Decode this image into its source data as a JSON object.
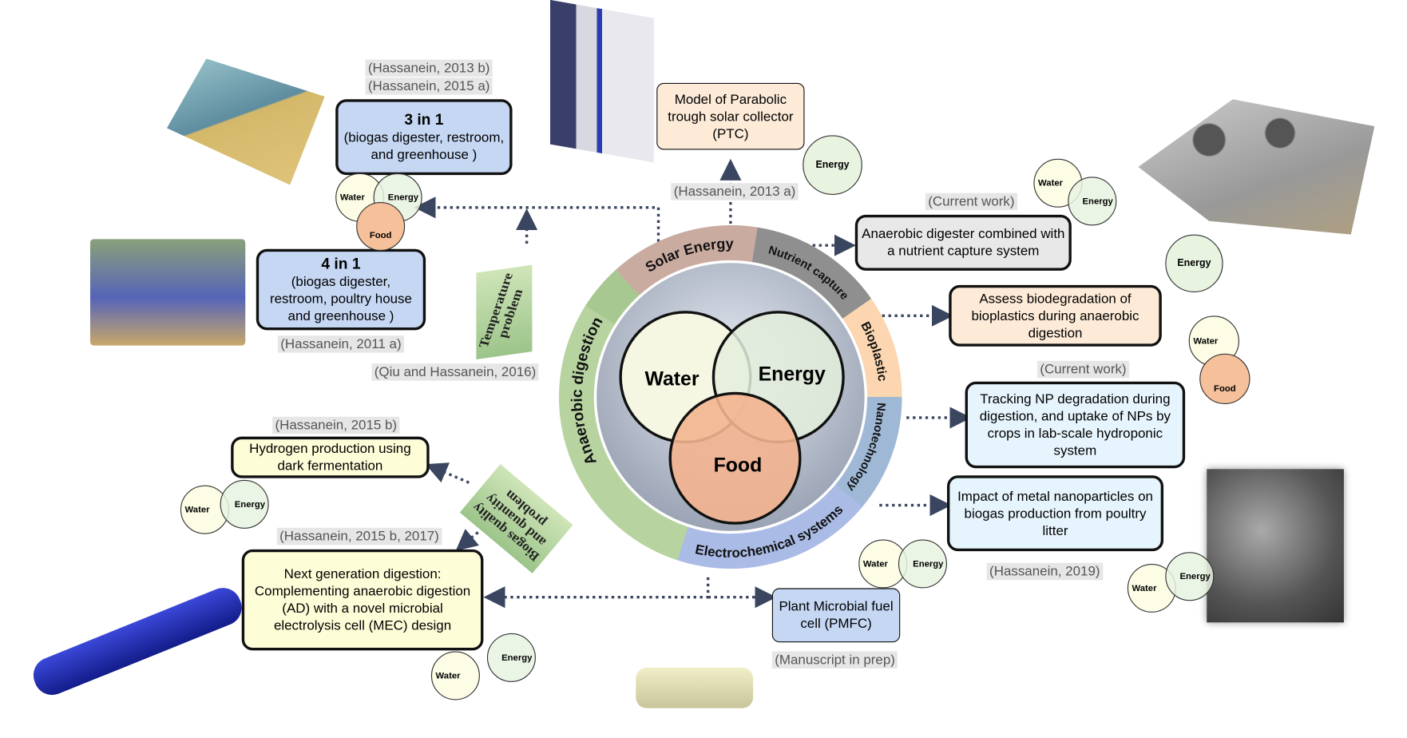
{
  "center": {
    "venn": {
      "water": "Water",
      "energy": "Energy",
      "food": "Food"
    },
    "ring_segments": [
      "Solar Energy",
      "Nutrient capture",
      "Bioplastic",
      "Nanotechnology",
      "Electrochemical systems",
      "Anaerobic digestion"
    ]
  },
  "problems": {
    "temperature": "Temperature problem",
    "biogas": "Biogas quality and quantity problem"
  },
  "boxes": {
    "three_in_one": {
      "title": "3 in 1",
      "text": "(biogas digester, restroom, and greenhouse )",
      "refs": [
        "(Hassanein, 2013 b)",
        "(Hassanein, 2015 a)"
      ]
    },
    "four_in_one": {
      "title": "4 in 1",
      "text": "(biogas digester, restroom, poultry house and greenhouse )",
      "ref": "(Hassanein, 2011 a)"
    },
    "ptc": {
      "text": "Model of Parabolic trough solar collector (PTC)",
      "ref": "(Hassanein, 2013 a)"
    },
    "temperature_ref": "(Qiu and Hassanein, 2016)",
    "nutrient": {
      "text": "Anaerobic digester combined with a nutrient capture system",
      "ref": "(Current work)"
    },
    "bioplastic": {
      "text": "Assess biodegradation of bioplastics during  anaerobic digestion"
    },
    "np_tracking": {
      "text": "Tracking NP degradation during digestion, and uptake of NPs by crops in lab-scale hydroponic system",
      "ref": "(Current work)"
    },
    "metal_np": {
      "text": "Impact of metal nanoparticles on biogas production from poultry litter",
      "ref": "(Hassanein, 2019)"
    },
    "pmfc": {
      "text": "Plant Microbial fuel cell (PMFC)",
      "ref": "(Manuscript in prep)"
    },
    "hydrogen": {
      "text": "Hydrogen production using dark fermentation",
      "ref": "(Hassanein, 2015 b)"
    },
    "mec": {
      "text": "Next generation digestion: Complementing anaerobic digestion (AD) with a novel microbial electrolysis cell (MEC) design",
      "ref": "(Hassanein, 2015 b, 2017)"
    }
  },
  "mini_labels": {
    "water": "Water",
    "energy": "Energy",
    "food": "Food"
  },
  "colors": {
    "water": "#fdfde6",
    "energy": "#e8f3e0",
    "food": "#f5c09a",
    "blue_box": "#c5d7f3",
    "yellow_box": "#fdfdd8",
    "peach_box": "#fdebd8",
    "gray_box": "#e8e8e8",
    "light_blue_box": "#e6f4fd"
  }
}
